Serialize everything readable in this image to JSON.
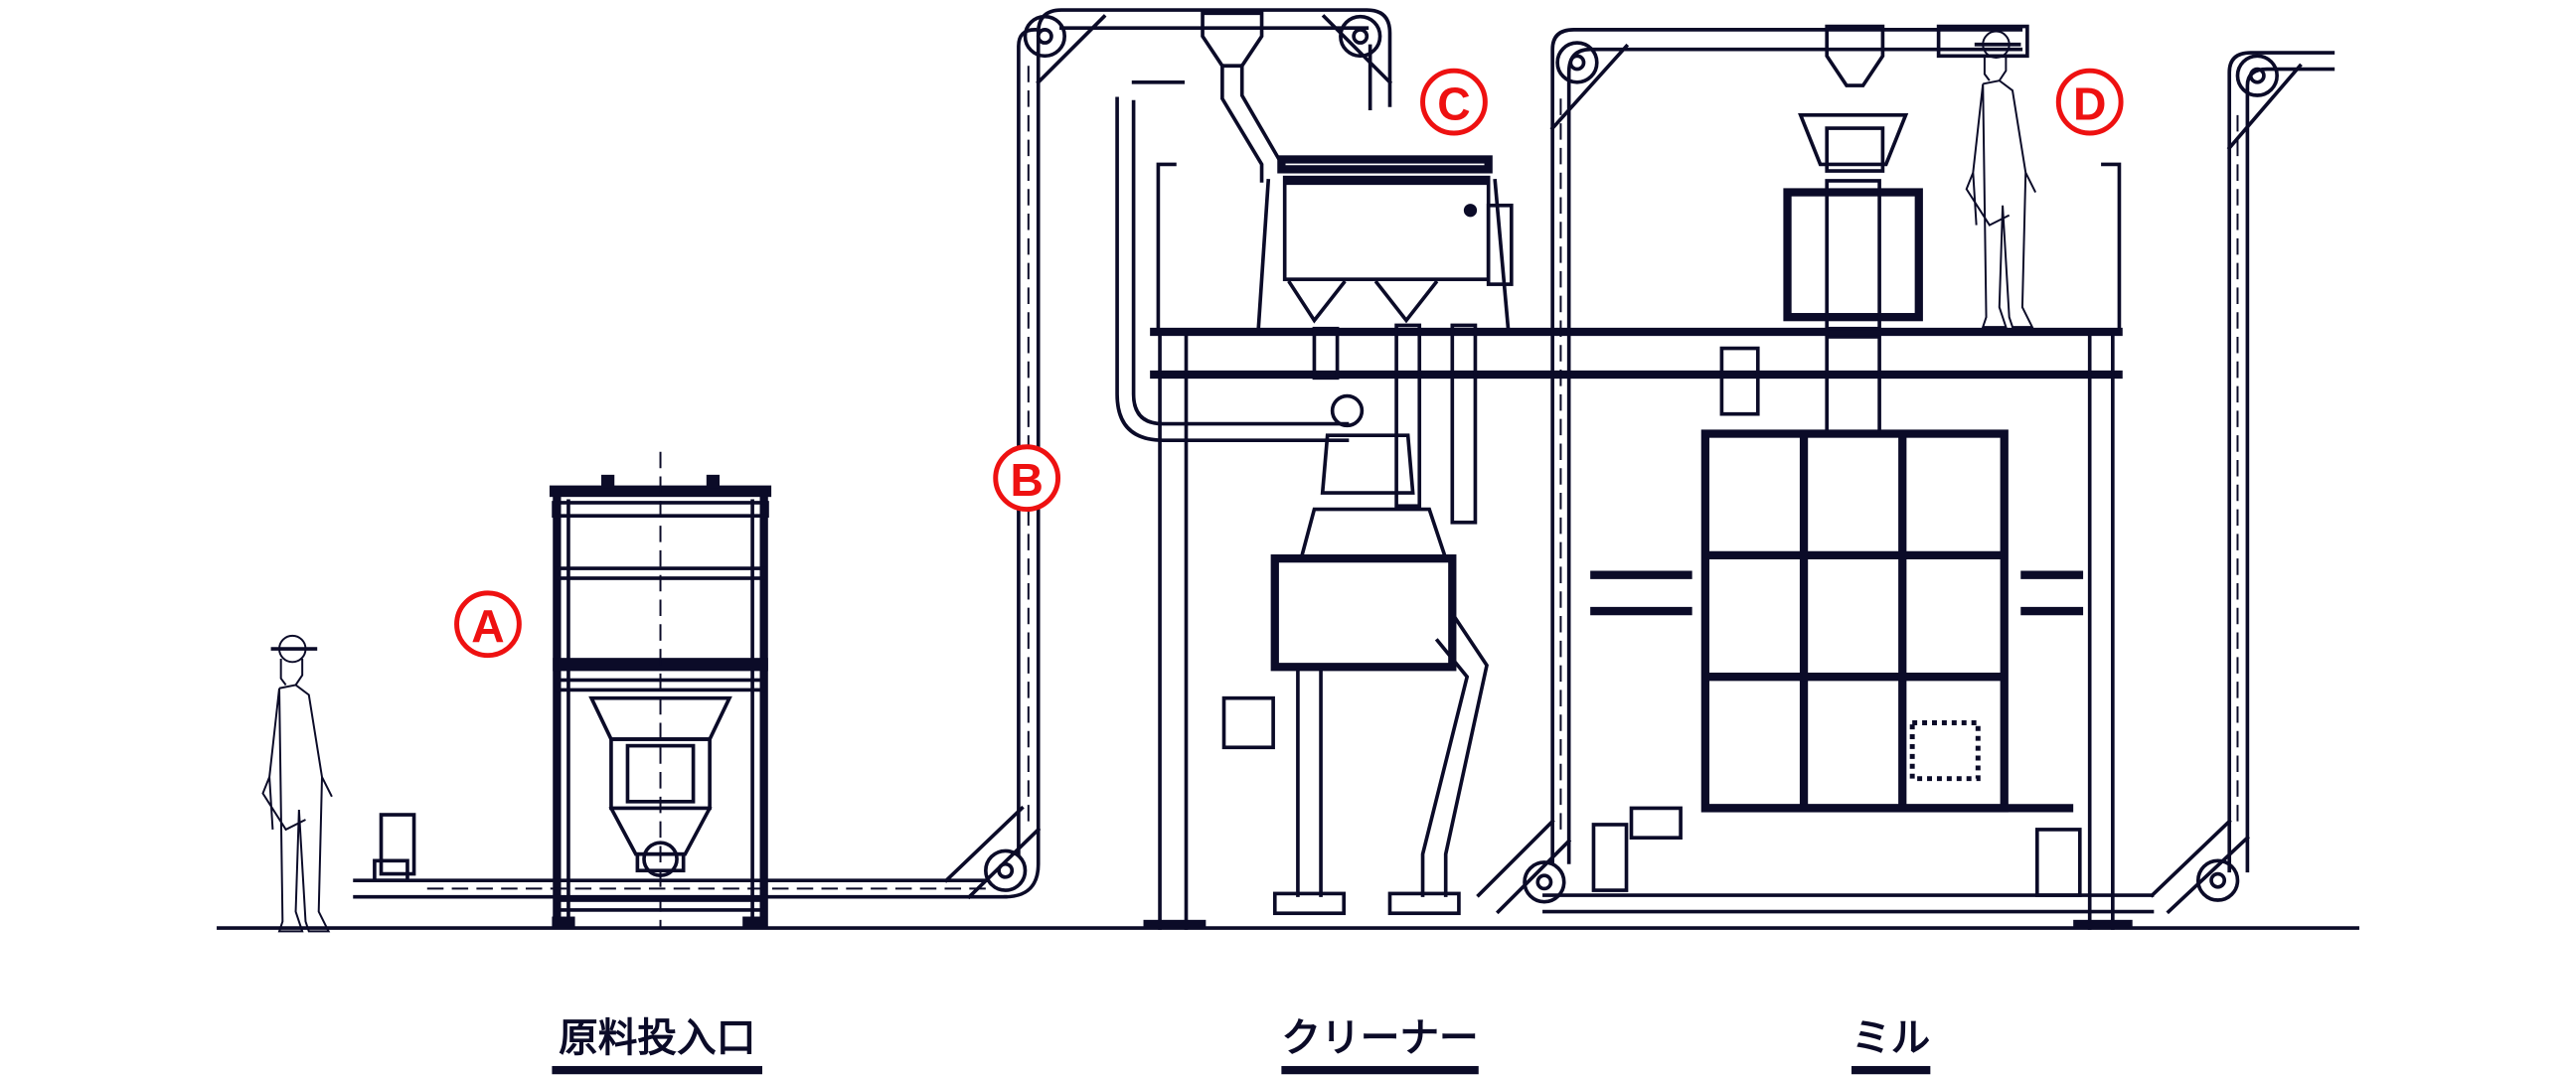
{
  "markers": [
    {
      "letter": "A"
    },
    {
      "letter": "B"
    },
    {
      "letter": "C"
    },
    {
      "letter": "D"
    }
  ],
  "sections": [
    {
      "label": "原料投入口"
    },
    {
      "label": "クリーナー"
    },
    {
      "label": "ミル"
    }
  ],
  "colors": {
    "line": "#0b0b28",
    "marker": "#ee1111"
  }
}
